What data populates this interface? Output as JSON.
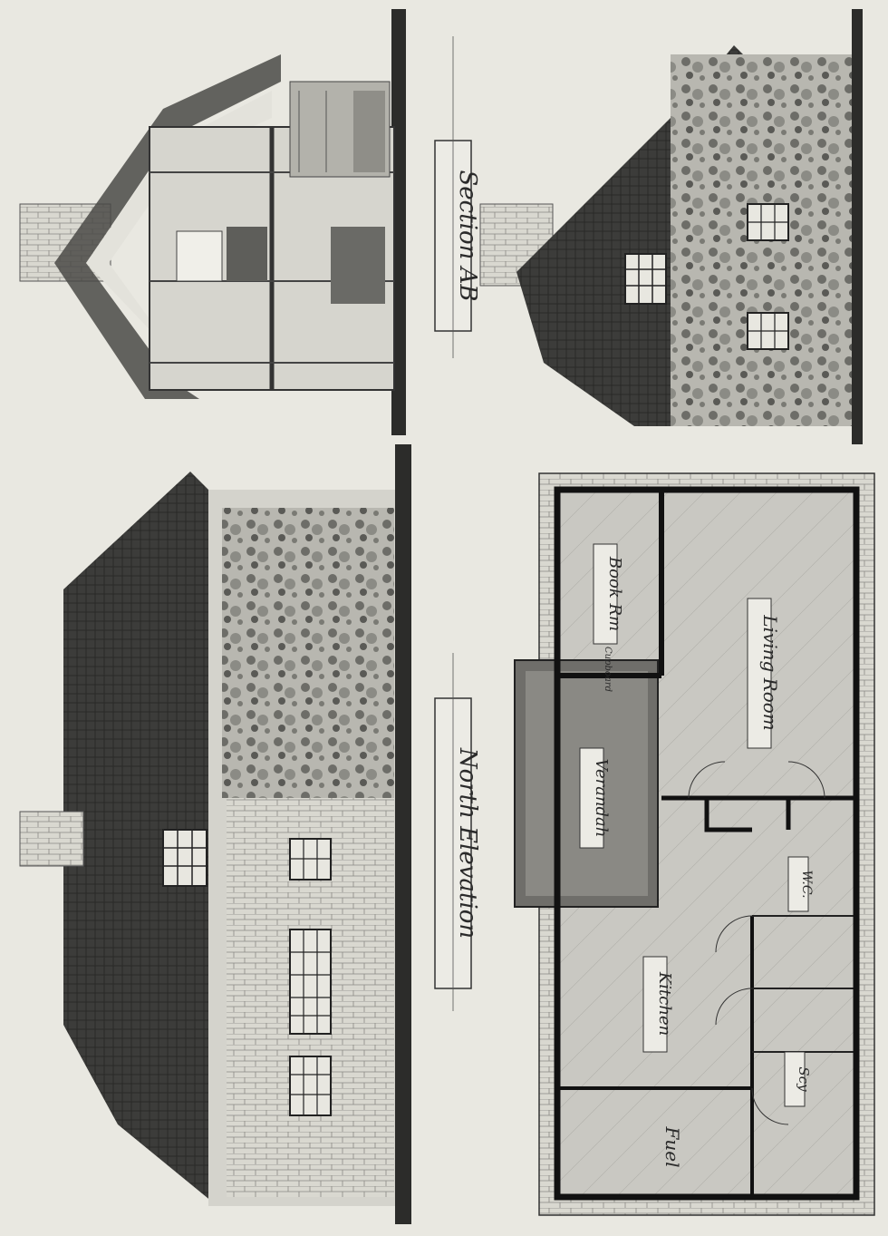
{
  "drawing": {
    "labels": {
      "section": "Section AB",
      "north_elevation": "North Elevation",
      "book_room": "Book Rm",
      "living_room": "Living Room",
      "verandah": "Verandah",
      "kitchen": "Kitchen",
      "fuel": "Fuel",
      "scy": "Scy",
      "wc": "W.C.",
      "cupboard": "Cupboard"
    }
  }
}
